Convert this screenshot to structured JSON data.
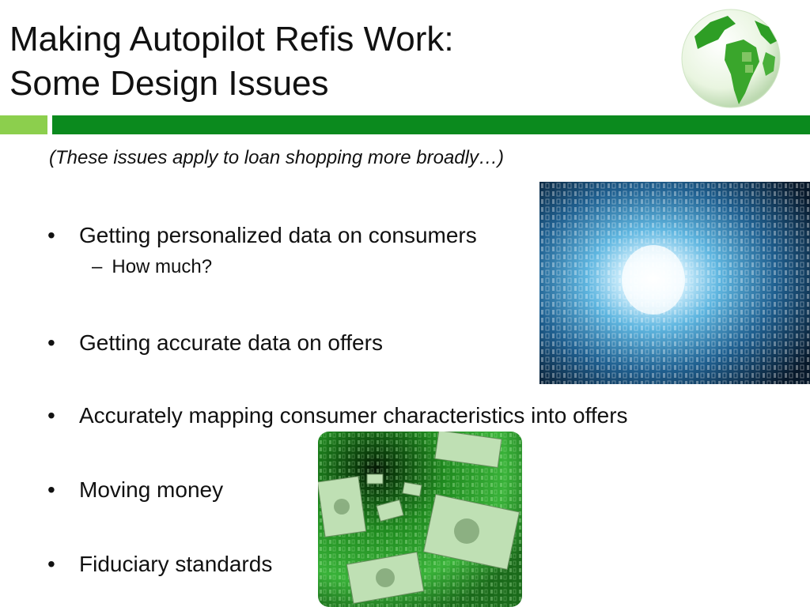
{
  "slide": {
    "title_line1": "Making Autopilot Refis Work:",
    "title_line2": "Some Design Issues",
    "subtitle": "(These issues apply to loan shopping more broadly…)",
    "bullets": [
      {
        "text": "Getting personalized data on consumers"
      },
      {
        "text": "Getting accurate data on offers"
      },
      {
        "text": "Accurately mapping consumer characteristics into offers"
      },
      {
        "text": "Moving money"
      },
      {
        "text": "Fiduciary standards"
      }
    ],
    "sub_bullet": "How much?",
    "bullet_glyph": "•",
    "sub_glyph": "–"
  },
  "colors": {
    "accent_dark_green": "#0b8a1e",
    "accent_light_green": "#8ccf4d",
    "tunnel_blue": "#1a5a8c",
    "money_green": "#2fa12f"
  },
  "icons": {
    "logo": "globe-icon",
    "image1": "binary-tunnel-image",
    "image2": "money-tunnel-image"
  }
}
